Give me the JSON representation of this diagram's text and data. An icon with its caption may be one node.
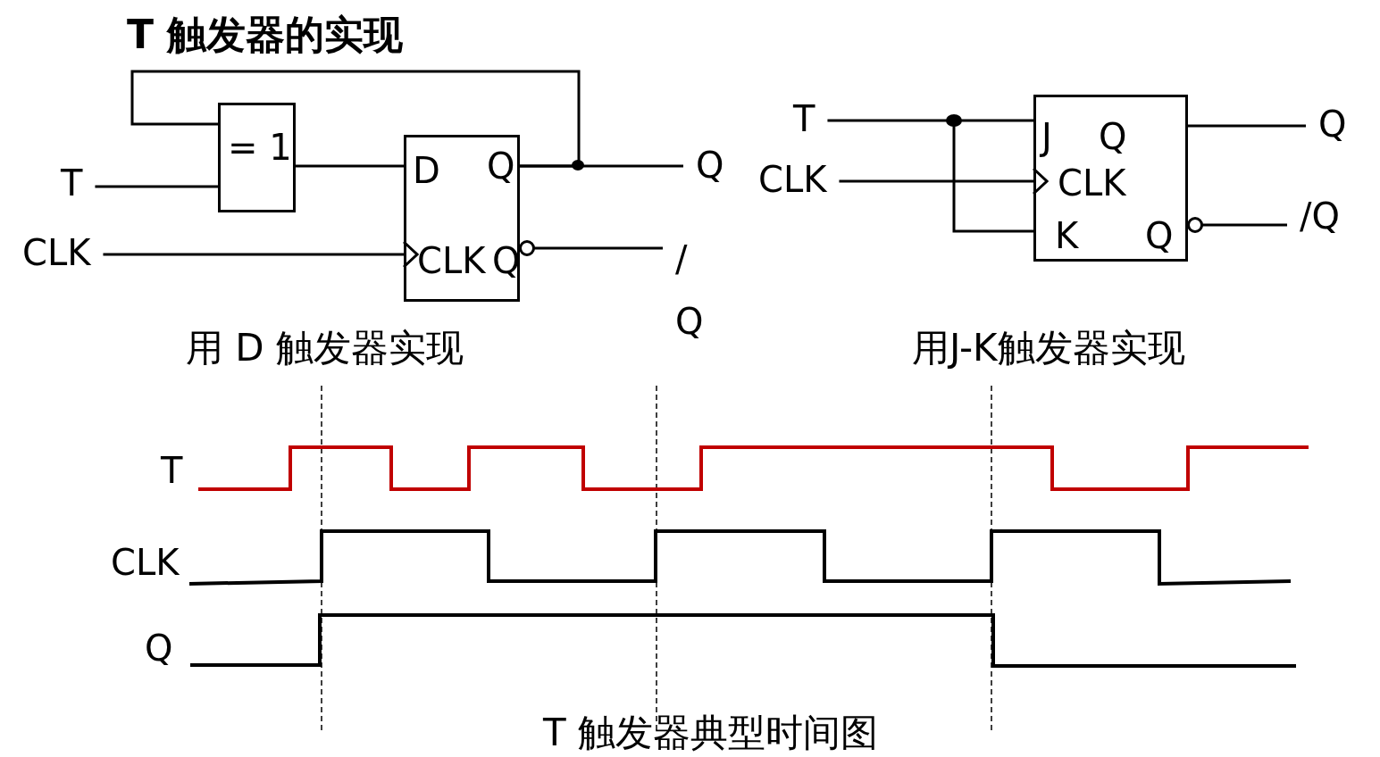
{
  "diagram": {
    "title": "T 触发器的实现",
    "caption": "T 触发器典型时间图",
    "nodes": [
      {
        "text": [
          "= 1"
        ]
      },
      {
        "text": [
          "D",
          "Q",
          "CLK",
          "Q"
        ]
      },
      {
        "text": [
          "T"
        ]
      },
      {
        "text": [
          "CLK"
        ]
      },
      {
        "text": [
          "Q"
        ]
      },
      {
        "text": [
          "/ Q"
        ]
      },
      {
        "text": [
          "J",
          "Q",
          "CLK",
          "K",
          "Q"
        ]
      },
      {
        "text": [
          "T"
        ]
      },
      {
        "text": [
          "CLK"
        ]
      },
      {
        "text": [
          "Q"
        ]
      },
      {
        "text": [
          "/Q"
        ]
      }
    ],
    "edges": [
      {
        "from": 2,
        "to": 0,
        "arrow": "none"
      },
      {
        "from": 0,
        "to": 1,
        "arrow": "none"
      },
      {
        "from": 3,
        "to": 1,
        "arrow": "to"
      },
      {
        "from": 1,
        "to": 4,
        "arrow": "none"
      },
      {
        "from": 1,
        "to": 0,
        "arrow": "none"
      },
      {
        "from": 1,
        "to": 5,
        "arrow": "other"
      },
      {
        "from": 7,
        "to": 6,
        "arrow": "none"
      },
      {
        "from": 8,
        "to": 6,
        "arrow": "to"
      },
      {
        "from": 6,
        "to": 9,
        "arrow": "none"
      },
      {
        "from": 6,
        "to": 10,
        "arrow": "other"
      }
    ],
    "labels": [
      "用 D 触发器实现",
      "用J-K触发器实现",
      "T",
      "CLK",
      "Q"
    ]
  }
}
